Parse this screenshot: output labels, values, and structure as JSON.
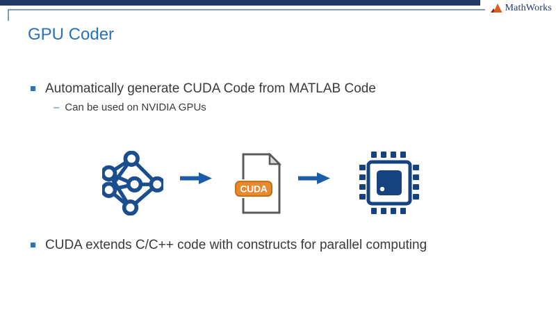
{
  "slide": {
    "header": {
      "logo_text": "MathWorks",
      "logo_icon": "mathworks-triangle-icon"
    },
    "title": "GPU Coder",
    "bullets": [
      {
        "text": "Automatically generate CUDA Code from MATLAB Code",
        "sub_bullets": [
          {
            "dash": "–",
            "text": "Can be used on NVIDIA GPUs"
          }
        ]
      },
      {
        "text": "CUDA extends C/C++ code with constructs for parallel computing"
      }
    ],
    "diagram": {
      "flow": [
        "neural-network-icon",
        "arrow-right-icon",
        "cuda-source-file-icon",
        "arrow-right-icon",
        "gpu-chip-icon"
      ],
      "badge_label": "CUDA"
    },
    "colors": {
      "top_bar_navy": "#1F3864",
      "header_rule": "#7F9DB9",
      "title_blue": "#2971B8",
      "body_text": "#3A3A3A",
      "bullet_blue": "#2E74B5",
      "icon_blue": "#1B4E8F",
      "chip_blue": "#16437E",
      "arrow_blue": "#1D5CA8",
      "cuda_badge_orange": "#E8892B",
      "doc_outline_gray": "#595959"
    }
  }
}
